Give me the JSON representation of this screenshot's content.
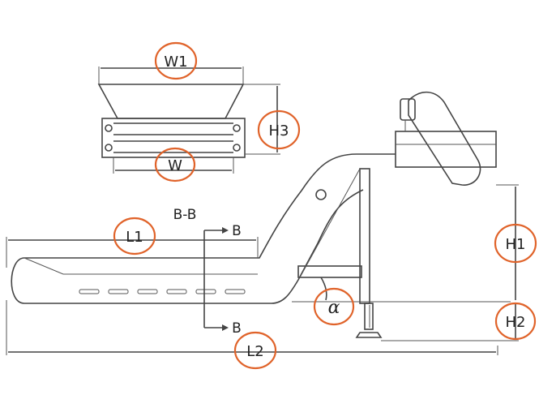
{
  "labels": {
    "w1": "W1",
    "w": "W",
    "h3": "H3",
    "l1": "L1",
    "l2": "L2",
    "h1": "H1",
    "h2": "H2",
    "alpha": "α",
    "section": "B-B",
    "b_top": "B",
    "b_bottom": "B"
  },
  "colors": {
    "highlight_ring": "#e0632a",
    "line": "#444444"
  }
}
